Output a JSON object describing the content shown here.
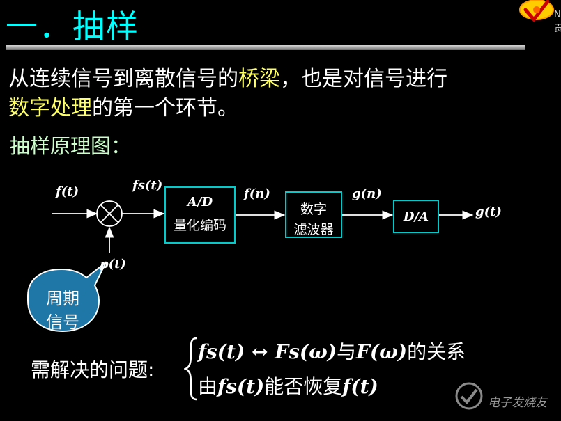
{
  "slide": {
    "title": "一．抽样",
    "intro_line1_a": "从连续信号到离散信号的",
    "intro_line1_hl": "桥梁",
    "intro_line1_b": "，也是对信号进行",
    "intro_line2_hl": "数字处理",
    "intro_line2_b": "的第一个环节。",
    "subheading": "抽样原理图："
  },
  "diagram": {
    "input_label": "f(t)",
    "sampled_label": "fs(t)",
    "pulse_label": "p(t)",
    "adc_box": {
      "line1": "A/D",
      "line2": "量化编码"
    },
    "adc_output_label": "f(n)",
    "filter_box": {
      "line1": "数字",
      "line2": "滤波器"
    },
    "filter_output_label": "g(n)",
    "dac_box": {
      "label": "D/A"
    },
    "output_label": "g(t)",
    "callout": {
      "line1": "周期",
      "line2": "信号"
    }
  },
  "questions": {
    "lead": "需解决的问题:",
    "item1_a": "fs(t) ↔ Fs(ω)",
    "item1_b": "与",
    "item1_c": "F(ω)",
    "item1_d": "的关系",
    "item2_a": "由",
    "item2_b": "fs(t)",
    "item2_c": "能否恢复",
    "item2_d": "f(t)"
  },
  "watermark": {
    "text": "电子发烧友",
    "corner_glyphs": [
      "N",
      "贡"
    ]
  },
  "colors": {
    "background": "#000000",
    "title": "#00ffff",
    "highlight": "#ffff66",
    "subheading": "#ccffcc",
    "box_border": "#00cccc",
    "callout_fill": "#1f77a8",
    "logo_ring": "#ffcc00",
    "logo_check": "#cc0000"
  }
}
